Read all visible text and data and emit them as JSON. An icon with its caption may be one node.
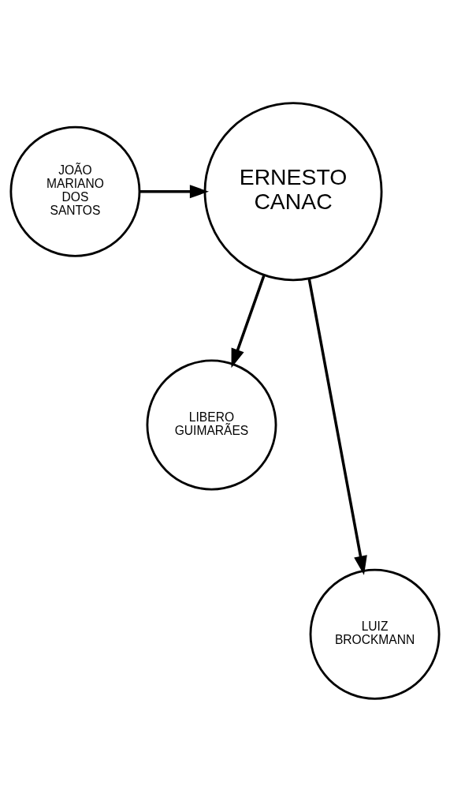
{
  "diagram": {
    "nodes": [
      {
        "text": [
          "ERNESTO CANAC"
        ]
      },
      {
        "text": [
          "JOÃO MARIANO DOS SANTOS"
        ]
      },
      {
        "text": [
          "LIBERO GUIMARÃES"
        ]
      },
      {
        "text": [
          "LUIZ BROCKMANN"
        ]
      }
    ],
    "edges": [
      {
        "from": 1,
        "to": 0,
        "arrow": "to"
      },
      {
        "from": 0,
        "to": 2,
        "arrow": "to"
      },
      {
        "from": 0,
        "to": 3,
        "arrow": "to"
      }
    ]
  }
}
